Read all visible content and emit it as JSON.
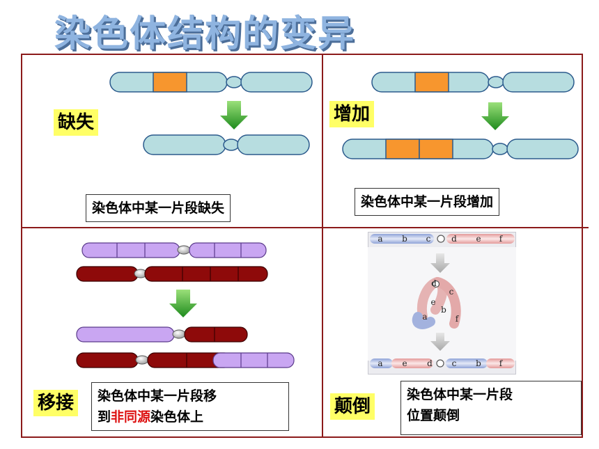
{
  "title": "染色体结构的变异",
  "deletion": {
    "tag": "缺失",
    "caption": "染色体中某一片段缺失"
  },
  "duplication": {
    "tag": "增加",
    "caption": "染色体中某一片段增加"
  },
  "translocation": {
    "tag": "移接",
    "caption_line1": "染色体中某一片段移",
    "caption_line2_pre": "到",
    "caption_line2_red": "非同源",
    "caption_line2_post": "染色体上"
  },
  "inversion": {
    "tag": "颠倒",
    "caption_line1": "染色体中某一片段",
    "caption_line2": "位置颠倒"
  },
  "gene_labels_top": [
    "a",
    "b",
    "c",
    "d",
    "e",
    "f"
  ],
  "gene_labels_loop": [
    "d",
    "c",
    "e",
    "b",
    "a",
    "f"
  ],
  "gene_labels_bottom": [
    "a",
    "e",
    "d",
    "c",
    "b",
    "f"
  ],
  "colors": {
    "chromosome": "#b7dde0",
    "segment": "#f7962e",
    "purple": "#c9a6f2",
    "darkred": "#8e0a0a",
    "arrow": "#2e9e28",
    "tag": "#ffff66",
    "frame": "#8b1a1a"
  }
}
